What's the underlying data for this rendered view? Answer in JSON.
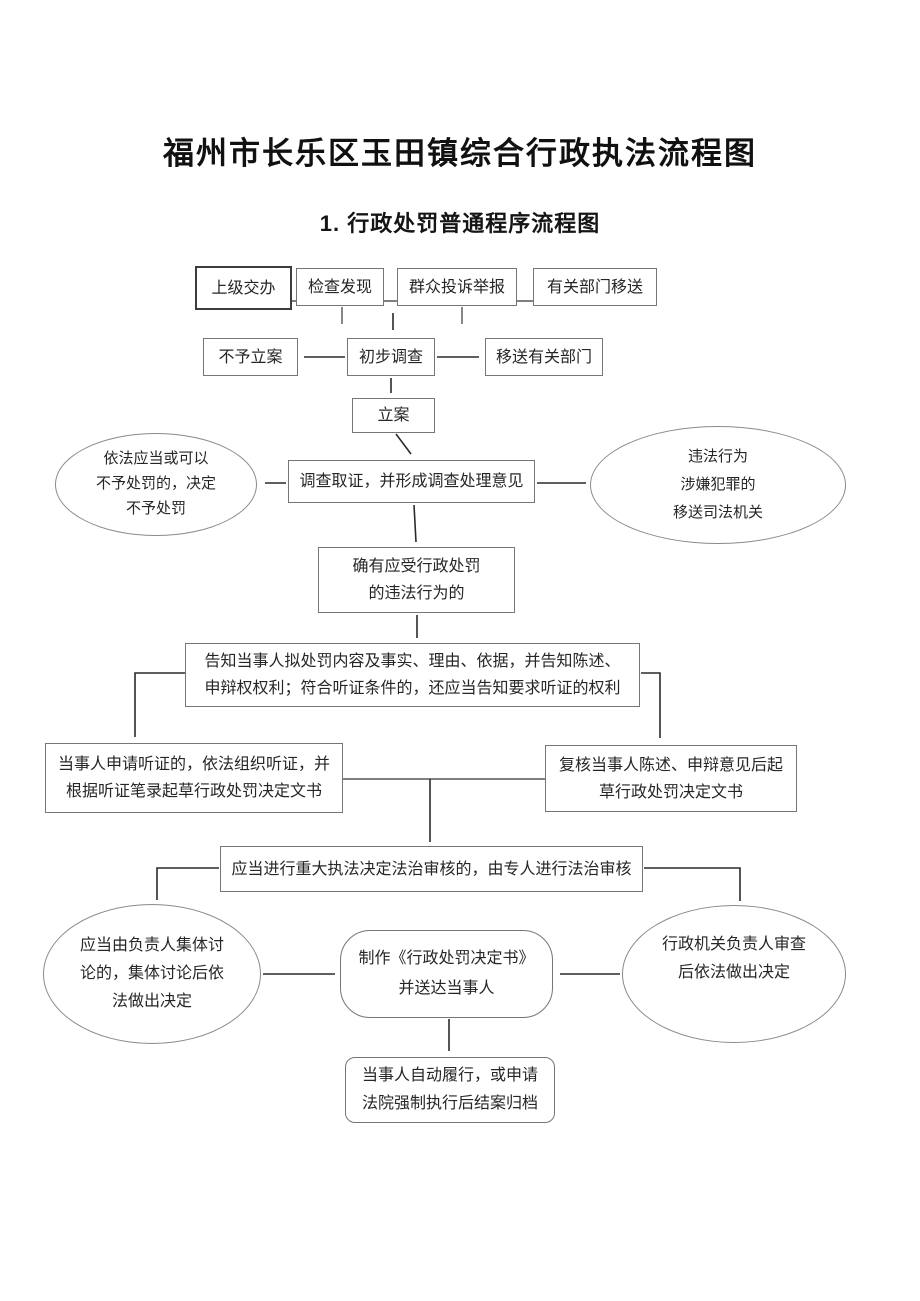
{
  "doc": {
    "title": "福州市长乐区玉田镇综合行政执法流程图",
    "subtitle": "1. 行政处罚普通程序流程图"
  },
  "flow": {
    "sources": {
      "superior": "上级交办",
      "inspection": "检查发现",
      "complaint": "群众投诉举报",
      "dept_transfer": "有关部门移送"
    },
    "triage": {
      "no_filing": "不予立案",
      "preliminary": "初步调查",
      "transfer_out": "移送有关部门",
      "filing": "立案"
    },
    "investigation": {
      "no_penalty": [
        "依法应当或可以",
        "不予处罚的，决定",
        "不予处罚"
      ],
      "evidence": "调查取证，并形成调查处理意见",
      "judicial": [
        "违法行为",
        "涉嫌犯罪的",
        "移送司法机关"
      ],
      "confirmed": [
        "确有应受行政处罚",
        "的违法行为的"
      ]
    },
    "notice": {
      "inform": [
        "告知当事人拟处罚内容及事实、理由、依据，并告知陈述、",
        "申辩权权利；符合听证条件的，还应当告知要求听证的权利"
      ]
    },
    "drafting": {
      "hearing": [
        "当事人申请听证的，依法组织听证，并",
        "根据听证笔录起草行政处罚决定文书"
      ],
      "review": [
        "复核当事人陈述、申辩意见后起",
        "草行政处罚决定文书"
      ]
    },
    "decision": {
      "legal_review": "应当进行重大执法决定法治审核的，由专人进行法治审核",
      "collective": [
        "应当由负责人集体讨",
        "论的，集体讨论后依",
        "法做出决定"
      ],
      "make_doc": [
        "制作《行政处罚决定书》",
        "并送达当事人"
      ],
      "leader": [
        "行政机关负责人审查",
        "后依法做出决定"
      ],
      "closure": [
        "当事人自动履行，或申请",
        "法院强制执行后结案归档"
      ]
    }
  }
}
